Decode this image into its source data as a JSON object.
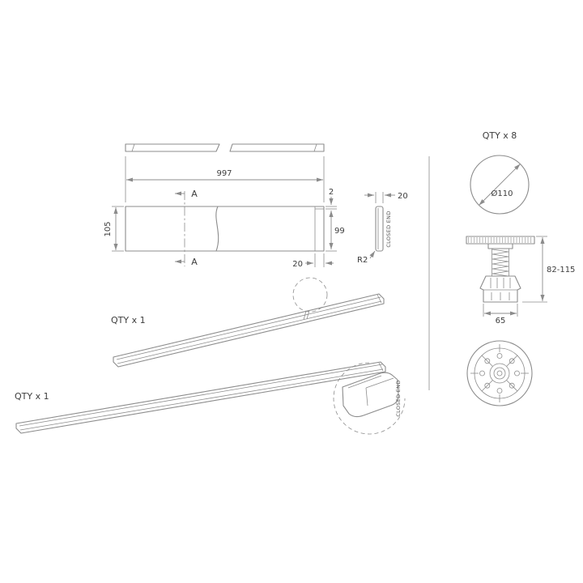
{
  "drawing": {
    "background": "#ffffff",
    "line_color": "#8c8c8c",
    "text_color": "#3d3d3d"
  },
  "plinth_panel": {
    "length": "997",
    "overall_height": "105",
    "inner_height": "99",
    "top_lip": "2",
    "end_inset": "20",
    "section_marker_top": "A",
    "section_marker_bottom": "A"
  },
  "end_cap": {
    "width": "20",
    "corner_radius": "R2",
    "label": "CLOSED END"
  },
  "rails": {
    "rail1_qty": "QTY x 1",
    "rail2_qty": "QTY x 1",
    "detail_label": "CLOSED END"
  },
  "legs": {
    "qty": "QTY x 8",
    "foot_diameter": "Ø110",
    "height_range": "82-115",
    "base_width": "65"
  }
}
